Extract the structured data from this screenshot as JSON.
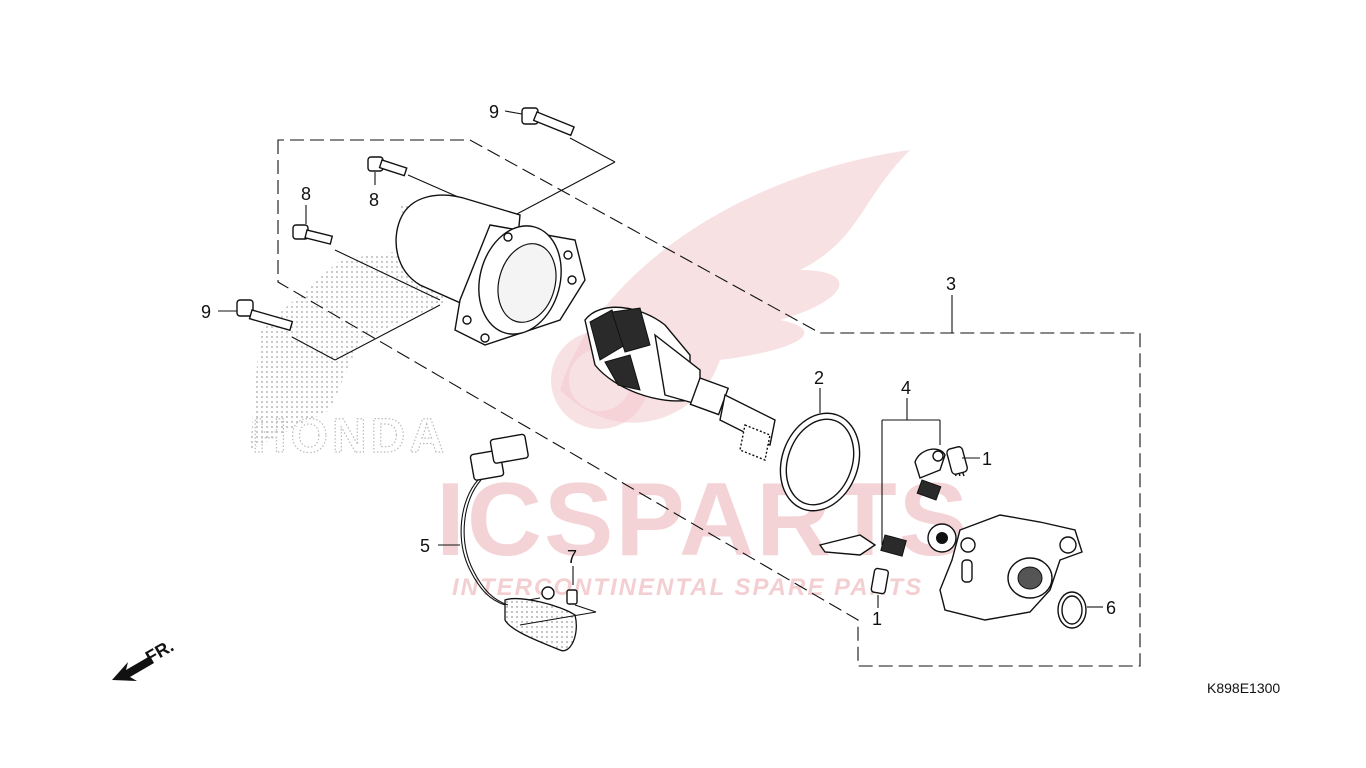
{
  "watermark": {
    "brand": "ICSPARTS",
    "tagline": "INTERCONTINENTAL SPARE PARTS",
    "maker_logo_text": "HONDA"
  },
  "diagram_code": "K898E1300",
  "direction_label": "FR.",
  "callouts": [
    {
      "id": "9a",
      "label": "9"
    },
    {
      "id": "8a",
      "label": "8"
    },
    {
      "id": "8b",
      "label": "8"
    },
    {
      "id": "9b",
      "label": "9"
    },
    {
      "id": "3",
      "label": "3"
    },
    {
      "id": "2",
      "label": "2"
    },
    {
      "id": "4",
      "label": "4"
    },
    {
      "id": "1a",
      "label": "1"
    },
    {
      "id": "5",
      "label": "5"
    },
    {
      "id": "7",
      "label": "7"
    },
    {
      "id": "1b",
      "label": "1"
    },
    {
      "id": "6",
      "label": "6"
    }
  ],
  "colors": {
    "watermark_red": "#e8a0a6",
    "ink": "#111111"
  }
}
